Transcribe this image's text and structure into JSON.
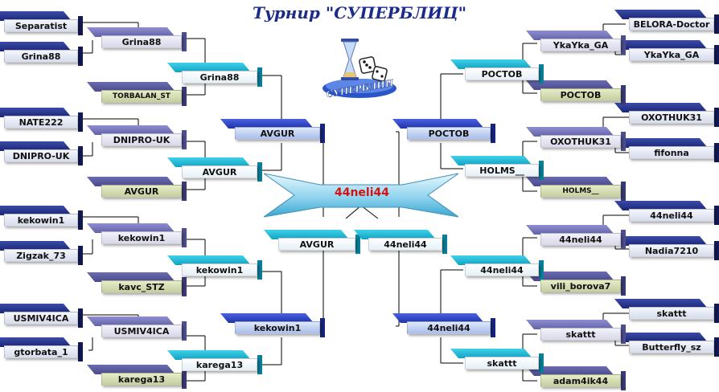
{
  "title": "Турнир \"СУПЕРБЛИЦ\"",
  "champion": "44neli44",
  "logo_text": "СУПЕРБЛИЦ",
  "colors": {
    "title": "#1b2b8c",
    "champion": "#d11414",
    "line": "#000000"
  },
  "left": {
    "round1": [
      "Separatist",
      "Grina88",
      "NATE222",
      "DNIPRO-UK",
      "kekowin1",
      "Zigzak_73",
      "USMIV4ICA",
      "gtorbata_1"
    ],
    "round2": [
      "Grina88",
      "TORBALAN_ST",
      "DNIPRO-UK",
      "AVGUR",
      "kekowin1",
      "kavc_STZ",
      "USMIV4ICA",
      "karega13"
    ],
    "round3": [
      "Grina88",
      "AVGUR",
      "kekowin1",
      "karega13"
    ],
    "round4": [
      "AVGUR",
      "kekowin1"
    ],
    "final": "AVGUR"
  },
  "right": {
    "round1": [
      "BELORA-Doctor",
      "YkaYka_GA",
      "OXOTHUK31",
      "fifonna",
      "44neli44",
      "Nadia7210",
      "skattt",
      "Butterfly_sz"
    ],
    "round2": [
      "YkaYka_GA",
      "РОСТОВ",
      "OXOTHUK31",
      "HOLMS__",
      "44neli44",
      "vili_borova7",
      "skattt",
      "adam4ik44"
    ],
    "round3": [
      "РОСТОВ",
      "HOLMS__",
      "44neli44",
      "skattt"
    ],
    "round4": [
      "РОСТОВ",
      "44neli44"
    ],
    "final": "44neli44"
  }
}
